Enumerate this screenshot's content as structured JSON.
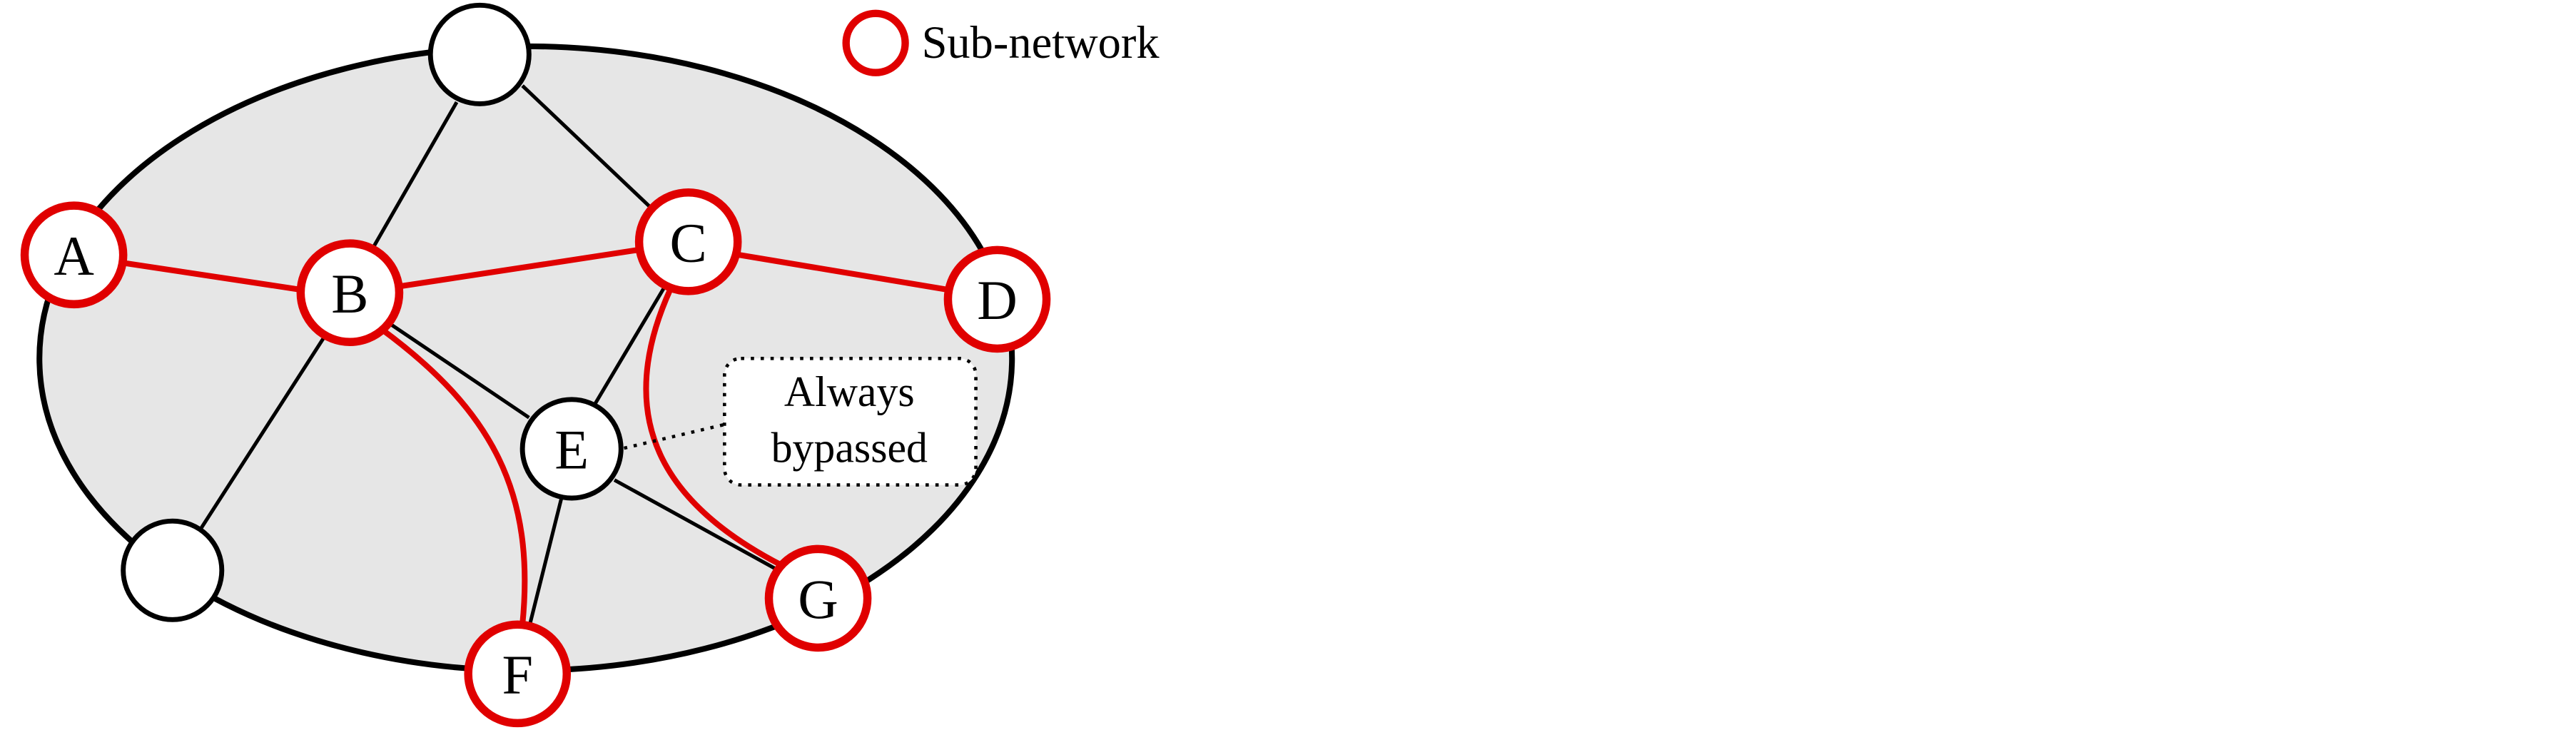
{
  "colors": {
    "subnetwork": "#e00000",
    "normal": "#000000",
    "region_fill": "#e6e6e6",
    "node_fill": "#ffffff"
  },
  "legend": {
    "label": "Sub-network",
    "icon": "red-circle-icon"
  },
  "nodes": {
    "A": {
      "label": "A",
      "subnetwork": true
    },
    "B": {
      "label": "B",
      "subnetwork": true
    },
    "C": {
      "label": "C",
      "subnetwork": true
    },
    "D": {
      "label": "D",
      "subnetwork": true
    },
    "E": {
      "label": "E",
      "subnetwork": false
    },
    "F": {
      "label": "F",
      "subnetwork": true
    },
    "G": {
      "label": "G",
      "subnetwork": true
    },
    "top": {
      "label": "",
      "subnetwork": false
    },
    "bottom_left": {
      "label": "",
      "subnetwork": false
    }
  },
  "edges": [
    {
      "from": "A",
      "to": "B",
      "subnetwork": true
    },
    {
      "from": "B",
      "to": "C",
      "subnetwork": true
    },
    {
      "from": "C",
      "to": "D",
      "subnetwork": true
    },
    {
      "from": "B",
      "to": "F",
      "subnetwork": true
    },
    {
      "from": "C",
      "to": "G",
      "subnetwork": true
    },
    {
      "from": "top",
      "to": "B",
      "subnetwork": false
    },
    {
      "from": "top",
      "to": "C",
      "subnetwork": false
    },
    {
      "from": "B",
      "to": "E",
      "subnetwork": false
    },
    {
      "from": "B",
      "to": "bottom_left",
      "subnetwork": false
    },
    {
      "from": "C",
      "to": "E",
      "subnetwork": false
    },
    {
      "from": "E",
      "to": "F",
      "subnetwork": false
    },
    {
      "from": "E",
      "to": "G",
      "subnetwork": false
    }
  ],
  "annotation": {
    "line1": "Always",
    "line2": "bypassed",
    "target": "E"
  }
}
